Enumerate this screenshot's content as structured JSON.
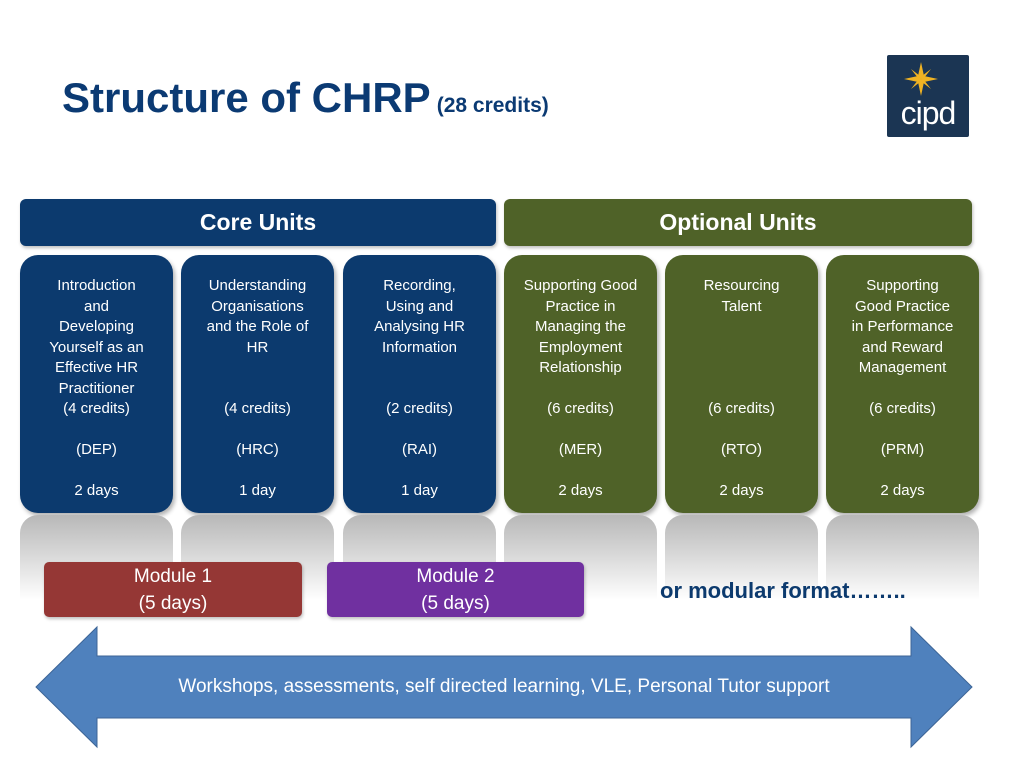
{
  "title": {
    "main": "Structure of CHRP",
    "sub": "(28 credits)"
  },
  "logo": {
    "text": "cipd",
    "icon": "star-burst-icon"
  },
  "core_header": "Core Units",
  "optional_header": "Optional Units",
  "units": [
    {
      "name_lines": [
        "Introduction",
        "and",
        "Developing",
        "Yourself as an",
        "Effective HR",
        "Practitioner"
      ],
      "credits": "(4 credits)",
      "code": "(DEP)",
      "duration": "2 days",
      "type": "core"
    },
    {
      "name_lines": [
        "Understanding",
        "Organisations",
        "and the Role of",
        "HR"
      ],
      "credits": "(4 credits)",
      "code": "(HRC)",
      "duration": "1 day",
      "type": "core"
    },
    {
      "name_lines": [
        "Recording,",
        "Using and",
        "Analysing HR",
        "Information"
      ],
      "credits": "(2 credits)",
      "code": "(RAI)",
      "duration": "1 day",
      "type": "core"
    },
    {
      "name_lines": [
        "Supporting Good",
        "Practice in",
        "Managing the",
        "Employment",
        "Relationship"
      ],
      "credits": "(6 credits)",
      "code": "(MER)",
      "duration": "2 days",
      "type": "optional"
    },
    {
      "name_lines": [
        "Resourcing",
        "Talent"
      ],
      "credits": "(6 credits)",
      "code": "(RTO)",
      "duration": "2 days",
      "type": "optional"
    },
    {
      "name_lines": [
        "Supporting",
        "Good Practice",
        "in Performance",
        "and Reward",
        "Management"
      ],
      "credits": "(6 credits)",
      "code": "(PRM)",
      "duration": "2 days",
      "type": "optional"
    }
  ],
  "modules": [
    {
      "label": "Module 1",
      "duration": "(5 days)",
      "color": "#953735"
    },
    {
      "label": "Module 2",
      "duration": "(5 days)",
      "color": "#7030a0"
    }
  ],
  "modular_note": "or modular format……..",
  "support_arrow": {
    "text": "Workshops, assessments, self directed learning, VLE, Personal Tutor support",
    "color": "#4f81bd"
  },
  "colors": {
    "title": "#0b3a73",
    "core": "#0c3a6e",
    "optional": "#4f6228"
  }
}
